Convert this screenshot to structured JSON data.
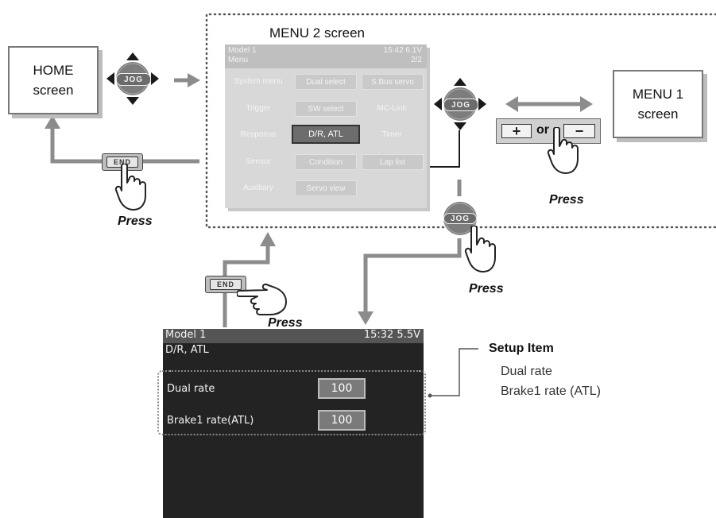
{
  "home_box": {
    "line1": "HOME",
    "line2": "screen"
  },
  "menu1_box": {
    "line1": "MENU 1",
    "line2": "screen"
  },
  "menu2_label": "MENU 2 screen",
  "jog_label": "JOG",
  "end_label": "END",
  "press_label": "Press",
  "plus_minus": {
    "plus": "+",
    "or": "or",
    "minus": "−"
  },
  "menu2_screen": {
    "model": "Model 1",
    "menu": "Menu",
    "time": "15:42 6.1V",
    "page": "2/2",
    "rows": [
      [
        "System menu",
        "Dual select",
        "S.Bus servo"
      ],
      [
        "Trigger",
        "SW select",
        "MC-Link"
      ],
      [
        "Response",
        "D/R, ATL",
        "Timer"
      ],
      [
        "Sensor",
        "Condition",
        "Lap list"
      ],
      [
        "Auxiliary",
        "Servo view",
        ""
      ]
    ]
  },
  "model_screen": {
    "model": "Model 1",
    "time": "15:32 5.5V",
    "title": "D/R, ATL",
    "rows": [
      {
        "label": "Dual rate",
        "value": "100"
      },
      {
        "label": "Brake1 rate(ATL)",
        "value": "100"
      }
    ]
  },
  "setup": {
    "heading": "Setup Item",
    "items": [
      "Dual rate",
      "Brake1 rate (ATL)"
    ]
  },
  "colors": {
    "arrow": "#8c8c8c",
    "dark_arrow": "#1a1a1a",
    "jog": "#7d7d7d",
    "screen_bg": "#232323"
  }
}
